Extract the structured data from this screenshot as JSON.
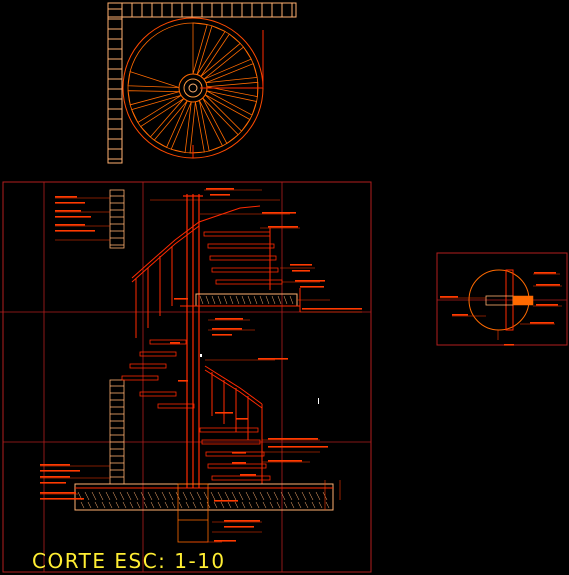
{
  "drawing": {
    "title": "CORTE ESC: 1-10",
    "colors": {
      "background": "#000000",
      "structure": "#ff2a00",
      "detail": "#ff6a00",
      "masonry": "#ffb070",
      "frame": "#b21e1e",
      "title": "#ffee33",
      "accent": "#ffff00",
      "marker": "#ffffff"
    },
    "views": [
      "plan-view",
      "section-view",
      "detail-view"
    ]
  }
}
